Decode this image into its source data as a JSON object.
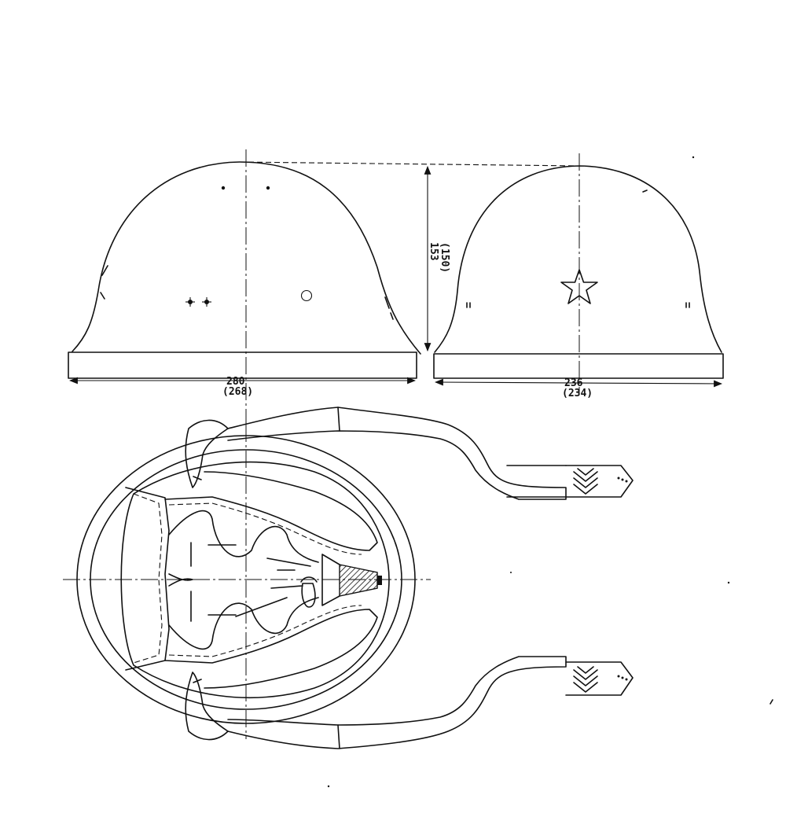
{
  "drawing": {
    "dimensions": {
      "height_primary": "153",
      "height_secondary": "(150)",
      "side_width_primary": "280",
      "side_width_secondary": "(268)",
      "front_width_primary": "236",
      "front_width_secondary": "(234)"
    },
    "colors": {
      "ink": "#111111",
      "paper": "#ffffff"
    }
  }
}
